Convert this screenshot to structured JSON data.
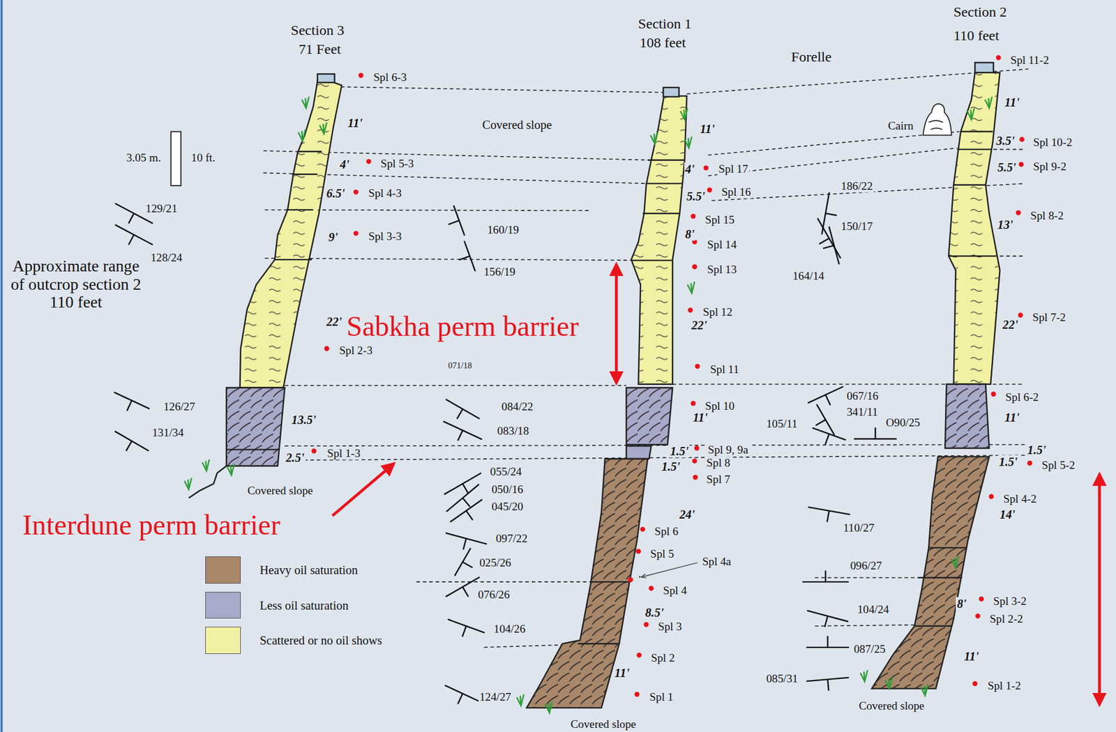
{
  "diagram": {
    "labels": [
      "Section 3",
      "71 Feet",
      "Section 1",
      "108 feet",
      "Section 2",
      "110 feet",
      "Forelle",
      "Covered slope",
      "Cairn",
      "3.05 m.",
      "10 ft.",
      "Approximate range of outcrop section 2 110 feet",
      "129/21",
      "128/24",
      "160/19",
      "156/19",
      "186/22",
      "150/17",
      "164/14",
      "126/27",
      "131/34",
      "071/18",
      "084/22",
      "083/18",
      "067/16",
      "341/11",
      "105/11",
      "O90/25",
      "055/24",
      "050/16",
      "045/20",
      "110/27",
      "097/22",
      "025/26",
      "096/27",
      "076/26",
      "104/24",
      "104/26",
      "087/25",
      "124/27",
      "085/31",
      "11'",
      "4'",
      "6.5'",
      "9'",
      "22'",
      "13.5'",
      "2.5'",
      "11'",
      "4'",
      "5.5'",
      "8'",
      "22'",
      "11'",
      "1.5'",
      "1.5'",
      "24'",
      "8.5'",
      "11'",
      "11'",
      "3.5'",
      "5.5'",
      "13'",
      "22'",
      "11'",
      "1.5'",
      "1.5'",
      "14'",
      "8'",
      "11'",
      "Spl 6-3",
      "Spl 5-3",
      "Spl 4-3",
      "Spl 3-3",
      "Spl 2-3",
      "Spl 1-3",
      "Spl 17",
      "Spl 16",
      "Spl 15",
      "Spl 14",
      "Spl 13",
      "Spl 12",
      "Spl 11",
      "Spl 10",
      "Spl 9, 9a",
      "Spl 8",
      "Spl 7",
      "Spl 6",
      "Spl 5",
      "Spl 4a",
      "Spl 4",
      "Spl 3",
      "Spl 2",
      "Spl 1",
      "Spl 11-2",
      "Spl 10-2",
      "Spl 9-2",
      "Spl 8-2",
      "Spl 7-2",
      "Spl 6-2",
      "Spl 5-2",
      "Spl 4-2",
      "Spl 3-2",
      "Spl 2-2",
      "Spl 1-2",
      "Covered slope",
      "Covered slope",
      "Covered slope",
      "Sabkha perm barrier",
      "Interdune perm barrier"
    ],
    "legend": [
      {
        "text": "Heavy oil saturation",
        "color": "#a8876a"
      },
      {
        "text": "Less oil saturation",
        "color": "#a9a9c9"
      },
      {
        "text": "Scattered or no oil shows",
        "color": "#f1f1a3"
      }
    ]
  }
}
